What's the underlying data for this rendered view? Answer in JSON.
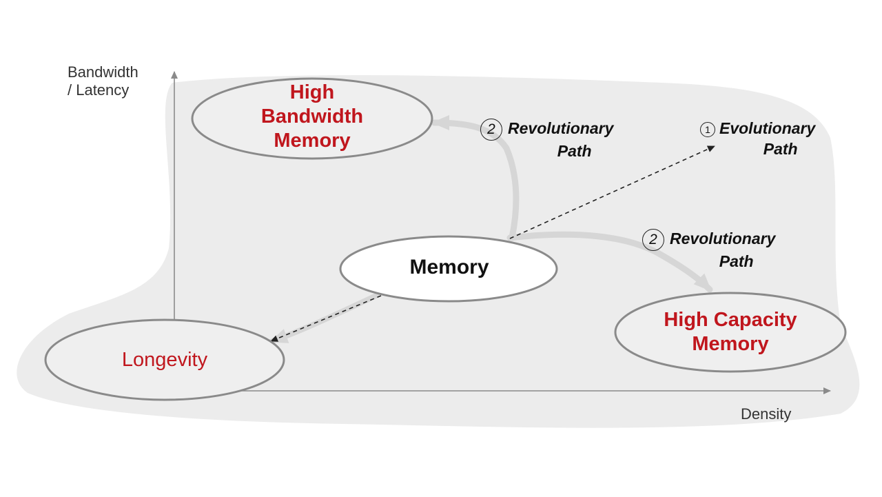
{
  "axes": {
    "y_label_line1": "Bandwidth",
    "y_label_line2": "/ Latency",
    "x_label": "Density"
  },
  "nodes": {
    "center": "Memory",
    "hbm": [
      "High",
      "Bandwidth",
      "Memory"
    ],
    "hcm": [
      "High Capacity",
      "Memory"
    ],
    "longevity": "Longevity"
  },
  "paths": {
    "evolutionary": {
      "number": "1",
      "line1": "Evolutionary",
      "line2": "Path"
    },
    "revolutionary_up": {
      "number": "2",
      "line1": "Revolutionary",
      "line2": "Path"
    },
    "revolutionary_right": {
      "number": "2",
      "line1": "Revolutionary",
      "line2": "Path"
    }
  },
  "colors": {
    "accent_red": "#c0161d",
    "background_blob": "#ececec",
    "axis_gray": "#8a8a8a",
    "arrow_light_gray": "#d6d6d6"
  }
}
